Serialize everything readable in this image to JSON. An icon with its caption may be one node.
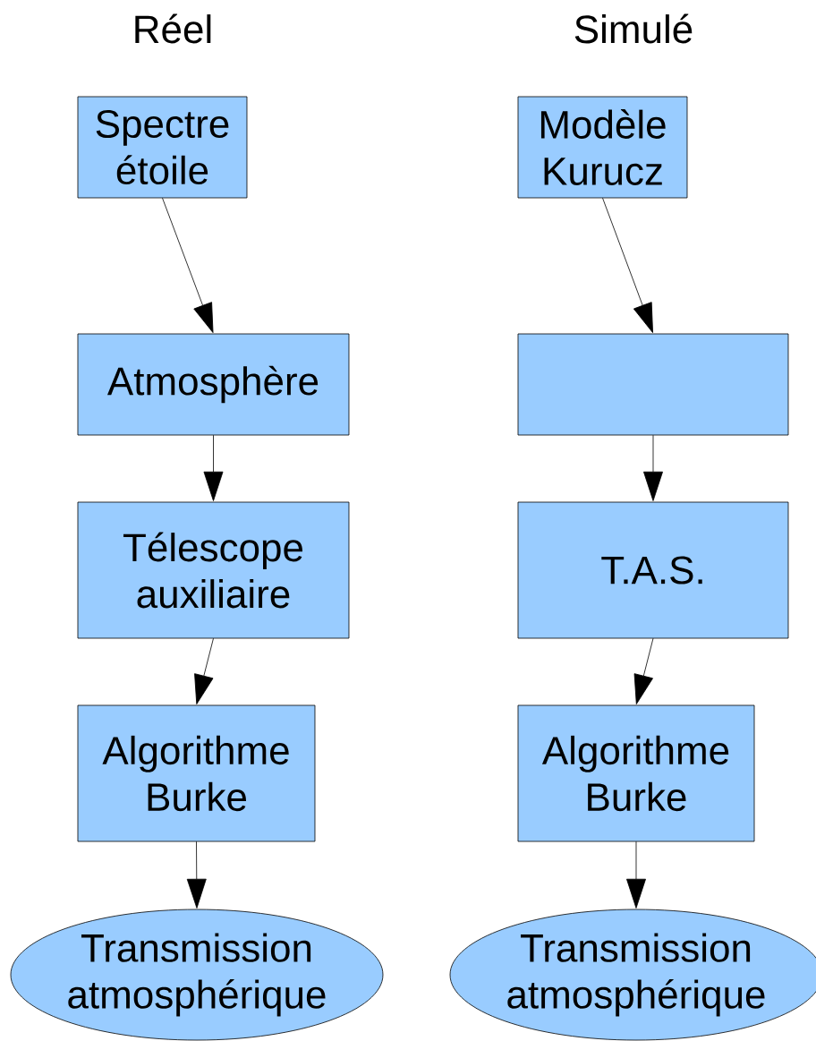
{
  "diagram": {
    "nodes": [
      {
        "text": [
          "Spectre étoile"
        ]
      },
      {
        "text": [
          "Atmosphère"
        ]
      },
      {
        "text": [
          "Télescope auxiliaire"
        ]
      },
      {
        "text": [
          "Algorithme Burke"
        ]
      },
      {
        "text": [
          "Transmission atmosphérique"
        ]
      },
      {
        "text": [
          "Modèle Kurucz"
        ]
      },
      {
        "text": [],
        "shape": "box"
      },
      {
        "text": [
          "T.A.S."
        ]
      },
      {
        "text": [
          "Algorithme Burke"
        ]
      },
      {
        "text": [
          "Transmission atmosphérique"
        ]
      }
    ],
    "edges": [
      {
        "from": 0,
        "to": 1,
        "arrow": "to"
      },
      {
        "from": 1,
        "to": 2,
        "arrow": "to"
      },
      {
        "from": 2,
        "to": 3,
        "arrow": "to"
      },
      {
        "from": 3,
        "to": 4,
        "arrow": "to"
      },
      {
        "from": 5,
        "to": 6,
        "arrow": "to"
      },
      {
        "from": 6,
        "to": 7,
        "arrow": "to"
      },
      {
        "from": 7,
        "to": 8,
        "arrow": "to"
      },
      {
        "from": 8,
        "to": 9,
        "arrow": "to"
      }
    ],
    "labels": [
      "Réel",
      "Simulé"
    ]
  }
}
